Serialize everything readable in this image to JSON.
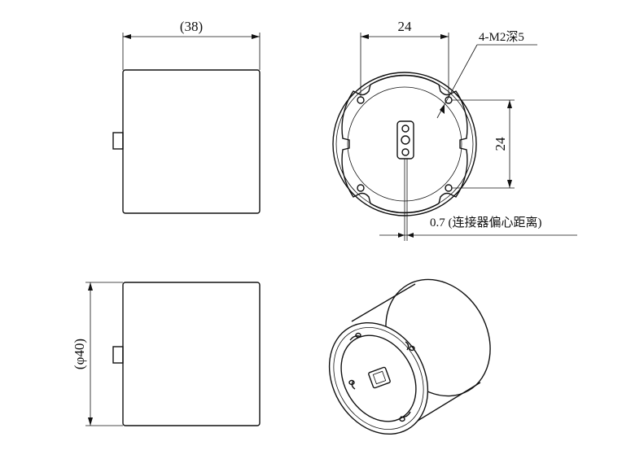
{
  "drawing": {
    "side_view_top": {
      "width_dim": "(38)"
    },
    "end_view": {
      "hole_spacing_h": "24",
      "hole_spacing_v": "24",
      "thread_callout": "4-M2深5",
      "connector_offset": "0.7 (连接器偏心距离)"
    },
    "side_view_bottom": {
      "diameter_dim": "(φ40)"
    },
    "iso_view": {}
  }
}
